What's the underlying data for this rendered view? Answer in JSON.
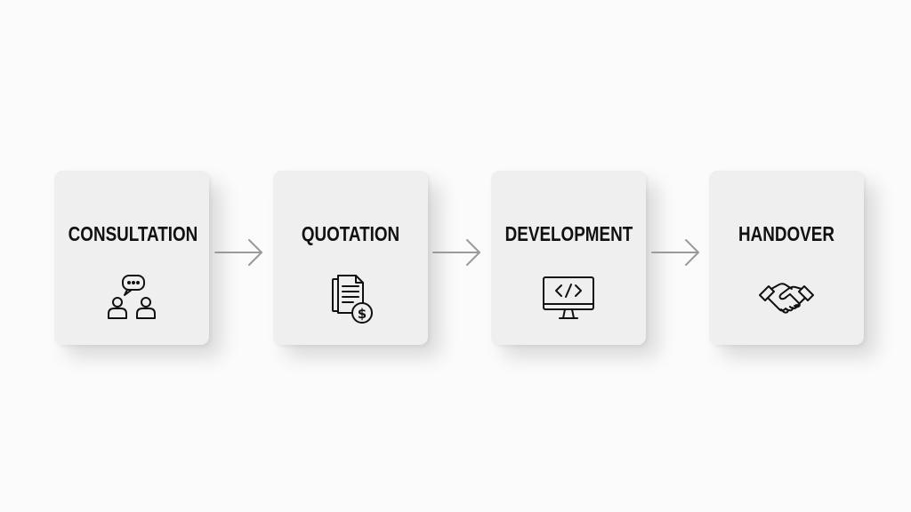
{
  "steps": [
    {
      "label": "CONSULTATION",
      "icon": "consultation-chat-icon"
    },
    {
      "label": "QUOTATION",
      "icon": "invoice-dollar-icon"
    },
    {
      "label": "DEVELOPMENT",
      "icon": "code-monitor-icon"
    },
    {
      "label": "HANDOVER",
      "icon": "handshake-icon"
    }
  ],
  "connector_icon": "right-arrow-icon",
  "colors": {
    "background": "#fbfbfb",
    "card": "#efefef",
    "text": "#111111",
    "arrow": "#9a9a9a"
  }
}
